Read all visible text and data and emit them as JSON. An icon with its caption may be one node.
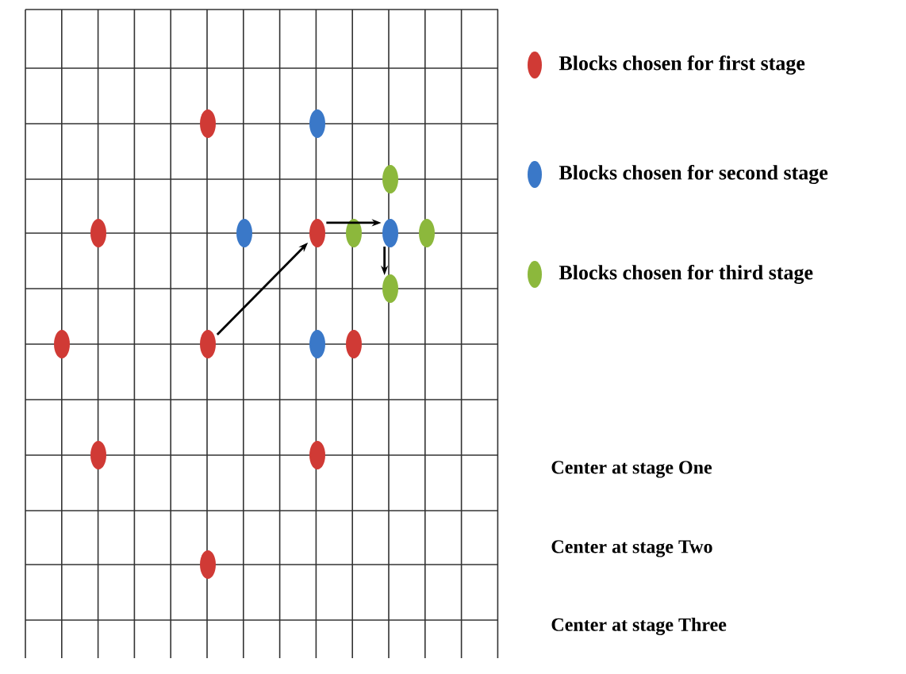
{
  "diagram": {
    "nodes": [
      {
        "text": [],
        "shape": "circle"
      },
      {
        "text": [],
        "shape": "circle"
      },
      {
        "text": [],
        "shape": "circle"
      },
      {
        "text": [],
        "shape": "circle"
      },
      {
        "text": [],
        "shape": "circle"
      },
      {
        "text": [],
        "shape": "circle"
      },
      {
        "text": [],
        "shape": "circle"
      },
      {
        "text": [],
        "shape": "circle"
      },
      {
        "text": [],
        "shape": "circle"
      },
      {
        "text": [],
        "shape": "circle"
      },
      {
        "text": [],
        "shape": "circle"
      },
      {
        "text": [],
        "shape": "circle"
      },
      {
        "text": [],
        "shape": "circle"
      },
      {
        "text": [],
        "shape": "circle"
      },
      {
        "text": [],
        "shape": "circle"
      },
      {
        "text": [],
        "shape": "circle"
      },
      {
        "text": [],
        "shape": "circle"
      }
    ],
    "edges": [
      {
        "from": 11,
        "to": 5,
        "arrow": "to"
      },
      {
        "from": 5,
        "to": 7,
        "arrow": "to"
      },
      {
        "from": 7,
        "to": 9,
        "arrow": "to"
      }
    ],
    "labels": [
      "Center at stage One",
      "Center at stage Two",
      "Center at stage Three"
    ],
    "legend": [
      {
        "text": "Blocks chosen for first stage",
        "color": "#d03a35"
      },
      {
        "text": "Blocks chosen for second stage",
        "color": "#3a78c8"
      },
      {
        "text": "Blocks chosen for third stage",
        "color": "#8cb83c"
      }
    ]
  }
}
